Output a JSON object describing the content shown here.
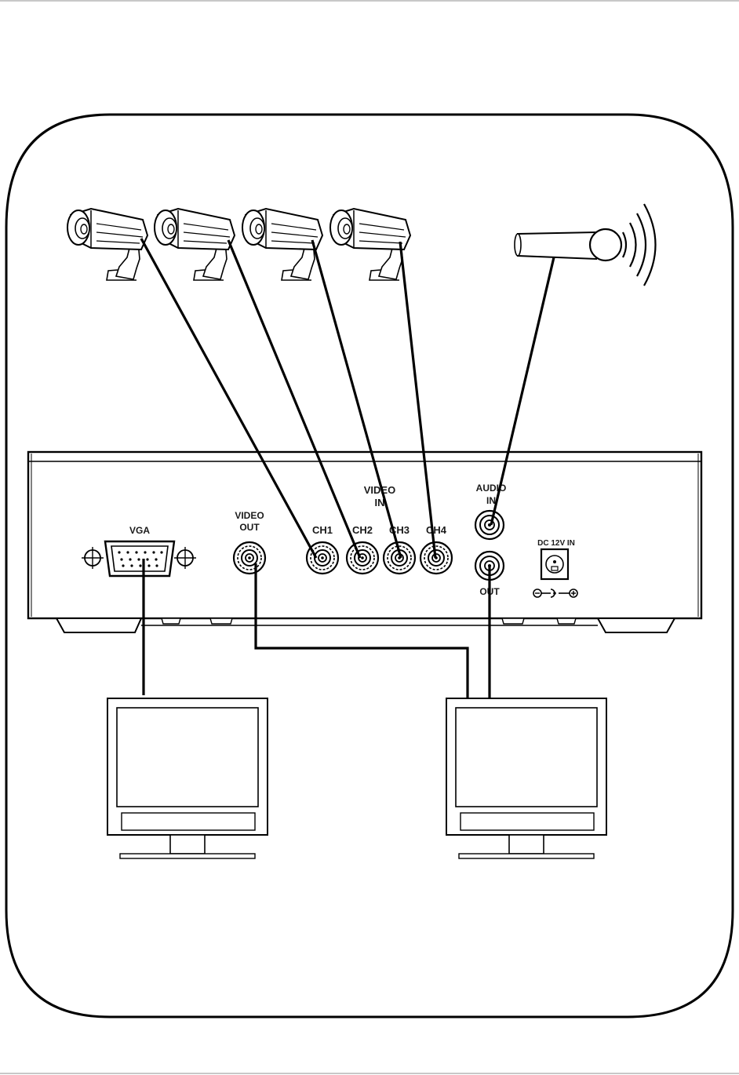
{
  "panel": {
    "vga_label": "VGA",
    "video_out_label": [
      "VIDEO",
      "OUT"
    ],
    "video_in_label": [
      "VIDEO",
      "IN"
    ],
    "ch_labels": [
      "CH1",
      "CH2",
      "CH3",
      "CH4"
    ],
    "audio_in_label": [
      "AUDIO",
      "IN"
    ],
    "audio_out_label": "OUT",
    "dc_label": "DC 12V IN"
  },
  "devices": {
    "cameras": 4,
    "microphones": 1,
    "monitors": 2
  },
  "connections": [
    {
      "from": "camera-1",
      "to": "CH1"
    },
    {
      "from": "camera-2",
      "to": "CH2"
    },
    {
      "from": "camera-3",
      "to": "CH3"
    },
    {
      "from": "camera-4",
      "to": "CH4"
    },
    {
      "from": "microphone",
      "to": "AUDIO IN"
    },
    {
      "from": "VGA",
      "to": "monitor-left"
    },
    {
      "from": "VIDEO OUT",
      "to": "monitor-right"
    },
    {
      "from": "OUT",
      "to": "monitor-right"
    }
  ],
  "colors": {
    "line": "#000000",
    "page_rule": "#c8c8c8",
    "background": "#ffffff"
  }
}
